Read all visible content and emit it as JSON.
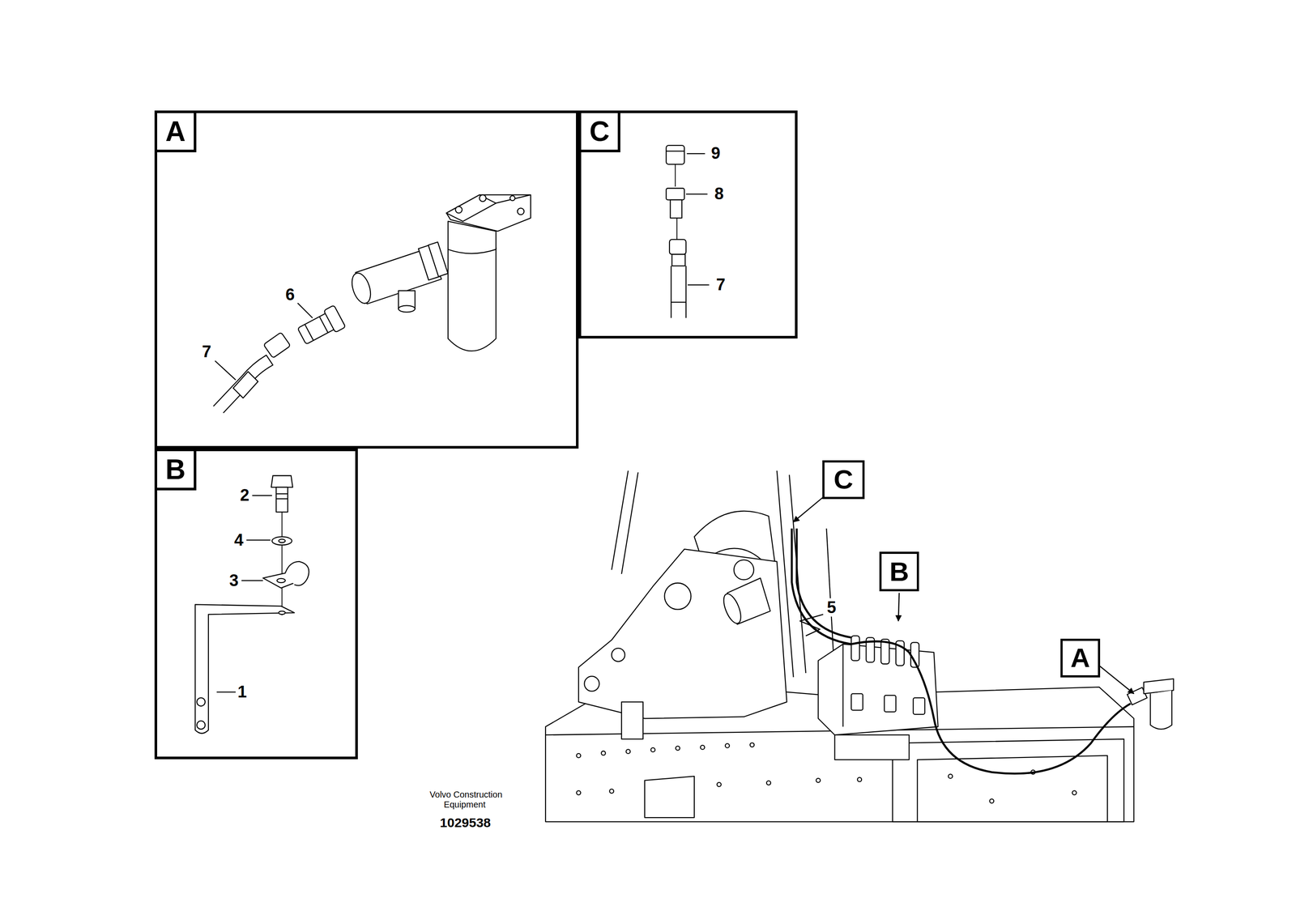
{
  "diagram": {
    "nodes": [
      {
        "text": [
          "A"
        ]
      },
      {
        "text": [
          "C"
        ]
      },
      {
        "text": [
          "B"
        ]
      },
      {
        "text": [
          "C"
        ]
      },
      {
        "text": [
          "B"
        ]
      },
      {
        "text": [
          "A"
        ]
      }
    ],
    "labels": [
      "6",
      "7",
      "9",
      "8",
      "7",
      "2",
      "4",
      "3",
      "1",
      "5",
      "Volvo Construction Equipment",
      "1029538"
    ]
  }
}
